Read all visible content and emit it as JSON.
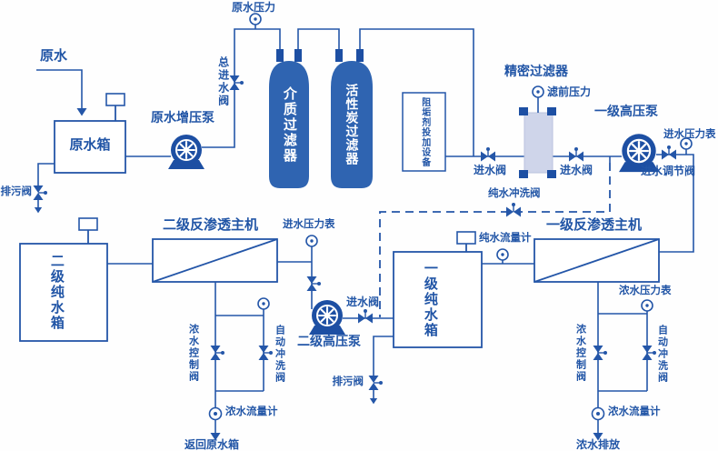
{
  "diagram": {
    "raw": {
      "source": "原水",
      "tank": "原水箱",
      "drain_valve": "排污阀",
      "booster_pump": "原水增压泵",
      "main_inlet_valve": "总进水阀",
      "pressure": "原水压力"
    },
    "pretreatment": {
      "media_filter": "介质过滤器",
      "carbon_filter": "活性炭过滤器",
      "antiscalant_doser": "阻垢剂投加设备",
      "precision_filter": "精密过滤器",
      "prefilter_pressure": "滤前压力",
      "inlet_valve_left": "进水阀",
      "inlet_valve_right": "进水阀"
    },
    "stage1": {
      "hp_pump": "一级高压泵",
      "inlet_pressure_gauge": "进水压力表",
      "inlet_regulating_valve": "进水调节阀",
      "flush_valve": "纯水冲洗阀",
      "ro_unit": "一级反渗透主机",
      "permeate_flow_meter": "纯水流量计",
      "conc_pressure_gauge": "浓水压力表",
      "conc_control_valve": "浓水控制阀",
      "auto_flush_valve": "自动冲洗阀",
      "conc_flow_meter": "浓水流量计",
      "conc_discharge": "浓水排放",
      "pure_tank": "一级纯水箱",
      "tank_inlet_valve": "进水阀",
      "tank_drain_valve": "排污阀"
    },
    "stage2": {
      "hp_pump": "二级高压泵",
      "inlet_pressure_gauge": "进水压力表",
      "ro_unit": "二级反渗透主机",
      "pure_tank": "二级纯水箱",
      "conc_control_valve": "浓水控制阀",
      "auto_flush_valve": "自动冲洗阀",
      "conc_flow_meter": "浓水流量计",
      "return_label": "返回原水箱"
    }
  },
  "colors": {
    "line": "#2456a8",
    "text": "#2155a6",
    "tank_fill": "#2f64b1",
    "dark_fill": "#1d4fa3",
    "filter_fill": "#cfd5ea",
    "background": "#fefefe"
  },
  "icons": {
    "pump-icon": "impeller-in-circle-with-base",
    "valve-icon": "bowtie-with-handle",
    "gauge-icon": "circle-on-stem",
    "flow-meter-icon": "circle-on-line",
    "float-switch-icon": "rect-with-rod-and-balls",
    "arrow-icon": "down-triangle"
  }
}
